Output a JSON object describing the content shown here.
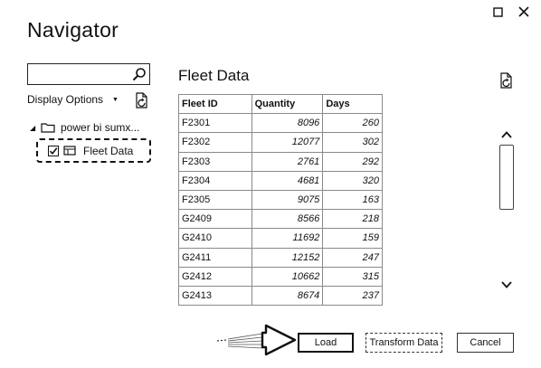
{
  "window": {
    "title": "Navigator"
  },
  "icons": {
    "maximize": "maximize-icon",
    "close": "close-icon",
    "search": "search-icon",
    "refresh": "refresh-icon",
    "database": "database-icon",
    "table": "table-icon",
    "scroll_up": "chevron-up-icon",
    "scroll_down": "chevron-down-icon"
  },
  "search": {
    "value": "",
    "placeholder": ""
  },
  "navigator": {
    "display_options_label": "Display Options",
    "tree": {
      "root_label": "power bi sumx...",
      "root_expanded": true,
      "children": [
        {
          "label": "Fleet Data",
          "checked": true
        }
      ]
    }
  },
  "preview": {
    "title": "Fleet Data",
    "columns": [
      "Fleet ID",
      "Quantity",
      "Days"
    ],
    "rows": [
      [
        "F2301",
        "8096",
        "260"
      ],
      [
        "F2302",
        "12077",
        "302"
      ],
      [
        "F2303",
        "2761",
        "292"
      ],
      [
        "F2304",
        "4681",
        "320"
      ],
      [
        "F2305",
        "9075",
        "163"
      ],
      [
        "G2409",
        "8566",
        "218"
      ],
      [
        "G2410",
        "11692",
        "159"
      ],
      [
        "G2411",
        "12152",
        "247"
      ],
      [
        "G2412",
        "10662",
        "315"
      ],
      [
        "G2413",
        "8674",
        "237"
      ]
    ]
  },
  "buttons": {
    "load": "Load",
    "transform": "Transform Data",
    "cancel": "Cancel"
  }
}
